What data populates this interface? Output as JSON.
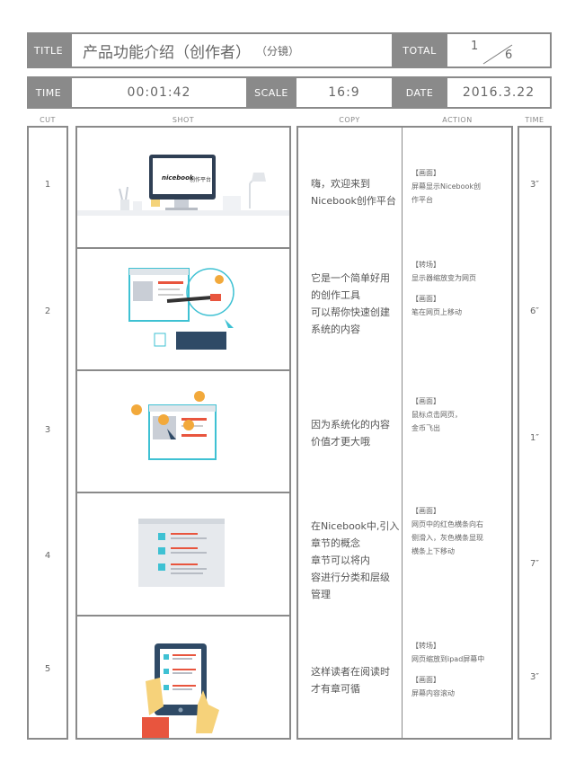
{
  "header": {
    "title_label": "TITLE",
    "title_value": "产品功能介绍（创作者）",
    "title_suffix": "（分镜）",
    "total_label": "TOTAL",
    "total_num": "1",
    "total_den": "6",
    "time_label": "TIME",
    "time_value": "00:01:42",
    "scale_label": "SCALE",
    "scale_value": "16:9",
    "date_label": "DATE",
    "date_value": "2016.3.22"
  },
  "columns": {
    "cut": "CUT",
    "shot": "SHOT",
    "copy": "COPY",
    "action": "ACTION",
    "time": "TIME"
  },
  "rows": [
    {
      "cut": "1",
      "time": "3″",
      "copy": [
        "嗨，欢迎来到",
        "Nicebook创作平台"
      ],
      "action": [
        [
          "【画面】",
          "屏幕显示Nicebook创",
          "作平台"
        ]
      ],
      "screen_logo": "nicebook",
      "screen_text": "创作平台"
    },
    {
      "cut": "2",
      "time": "6″",
      "copy": [
        "它是一个简单好用",
        "的创作工具",
        "可以帮你快速创建",
        "系统的内容"
      ],
      "action": [
        [
          "【转场】",
          "显示器缩放变为网页"
        ],
        [
          "【画面】",
          "笔在网页上移动"
        ]
      ]
    },
    {
      "cut": "3",
      "time": "1″",
      "copy": [
        "因为系统化的内容",
        "价值才更大哦"
      ],
      "action": [
        [
          "【画面】",
          "鼠标点击网页，",
          "金币飞出"
        ]
      ]
    },
    {
      "cut": "4",
      "time": "7″",
      "copy": [
        "在Nicebook中,引入",
        "章节的概念",
        "章节可以将内",
        "容进行分类和层级",
        "管理"
      ],
      "action": [
        [
          "【画面】",
          "网页中的红色横条向右",
          "侧滑入，灰色横条显现",
          "横条上下移动"
        ]
      ]
    },
    {
      "cut": "5",
      "time": "3″",
      "copy": [
        "这样读者在阅读时",
        "才有章可循"
      ],
      "action": [
        [
          "【转场】",
          "网页缩放到ipad屏幕中"
        ],
        [
          "【画面】",
          "屏幕内容滚动"
        ]
      ]
    }
  ],
  "colors": {
    "border": "#8a8a8a",
    "accent_blue": "#3ec1d3",
    "accent_red": "#e8553e",
    "accent_orange": "#f2a93b",
    "dark_navy": "#2f4a66"
  }
}
